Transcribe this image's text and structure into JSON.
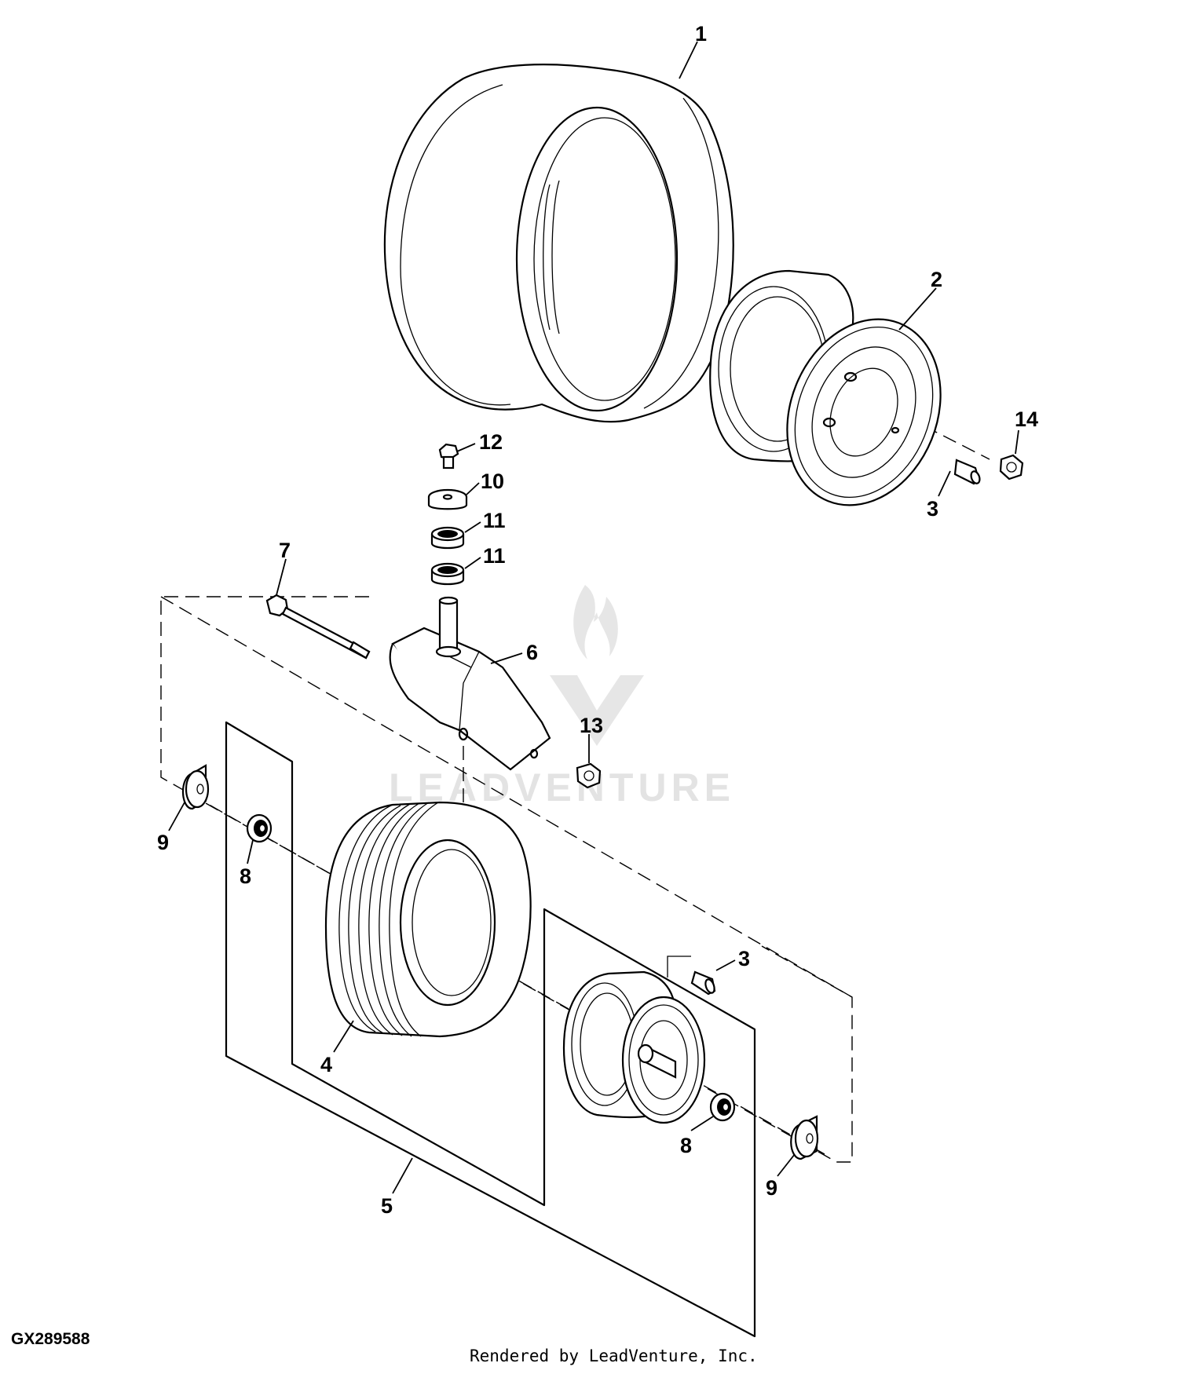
{
  "figure": {
    "id": "GX289588",
    "credit": "Rendered by LeadVenture, Inc."
  },
  "watermark": {
    "text": "LEADVENTURE",
    "icon": "flame-v-logo-icon"
  },
  "callouts": {
    "c1": "1",
    "c2": "2",
    "c3a": "3",
    "c3b": "3",
    "c4": "4",
    "c5": "5",
    "c6": "6",
    "c7": "7",
    "c8a": "8",
    "c8b": "8",
    "c9a": "9",
    "c9b": "9",
    "c10": "10",
    "c11a": "11",
    "c11b": "11",
    "c12": "12",
    "c13": "13",
    "c14": "14"
  }
}
